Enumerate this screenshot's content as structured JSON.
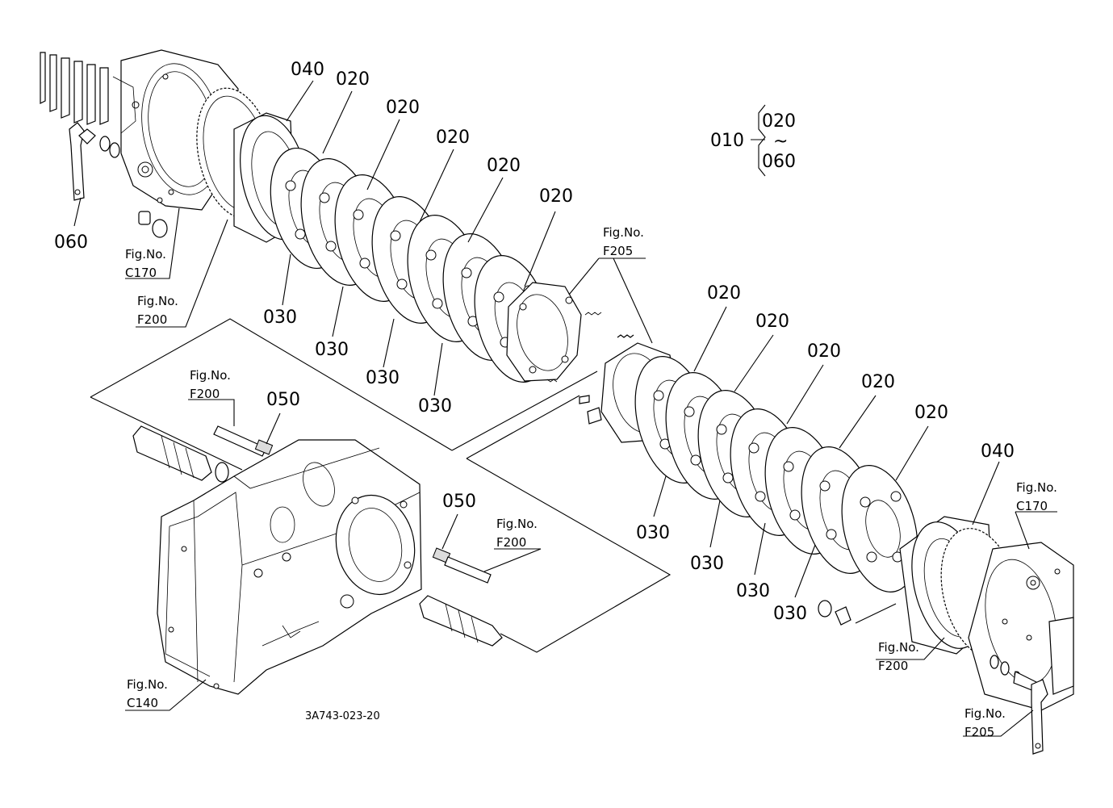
{
  "drawing_number": "3A743-023-20",
  "assembly": {
    "parent": "010",
    "range_start": "020",
    "range_end": "060",
    "range_symbol": "~"
  },
  "callouts": {
    "c040_upper": "040",
    "c020_u1": "020",
    "c020_u2": "020",
    "c020_u3": "020",
    "c020_u4": "020",
    "c020_u5": "020",
    "c030_u1": "030",
    "c030_u2": "030",
    "c030_u3": "030",
    "c030_u4": "030",
    "c060": "060",
    "c050_a": "050",
    "c050_b": "050",
    "c020_l1": "020",
    "c020_l2": "020",
    "c020_l3": "020",
    "c020_l4": "020",
    "c020_l5": "020",
    "c030_l1": "030",
    "c030_l2": "030",
    "c030_l3": "030",
    "c030_l4": "030",
    "c040_lower": "040"
  },
  "fig_refs": {
    "prefix": "Fig.No.",
    "ref_c170_left": "C170",
    "ref_f200_left": "F200",
    "ref_f205_center": "F205",
    "ref_f200_shaft_a": "F200",
    "ref_f200_shaft_b": "F200",
    "ref_c170_right": "C170",
    "ref_f200_right": "F200",
    "ref_f205_right": "F205",
    "ref_c140": "C140"
  }
}
